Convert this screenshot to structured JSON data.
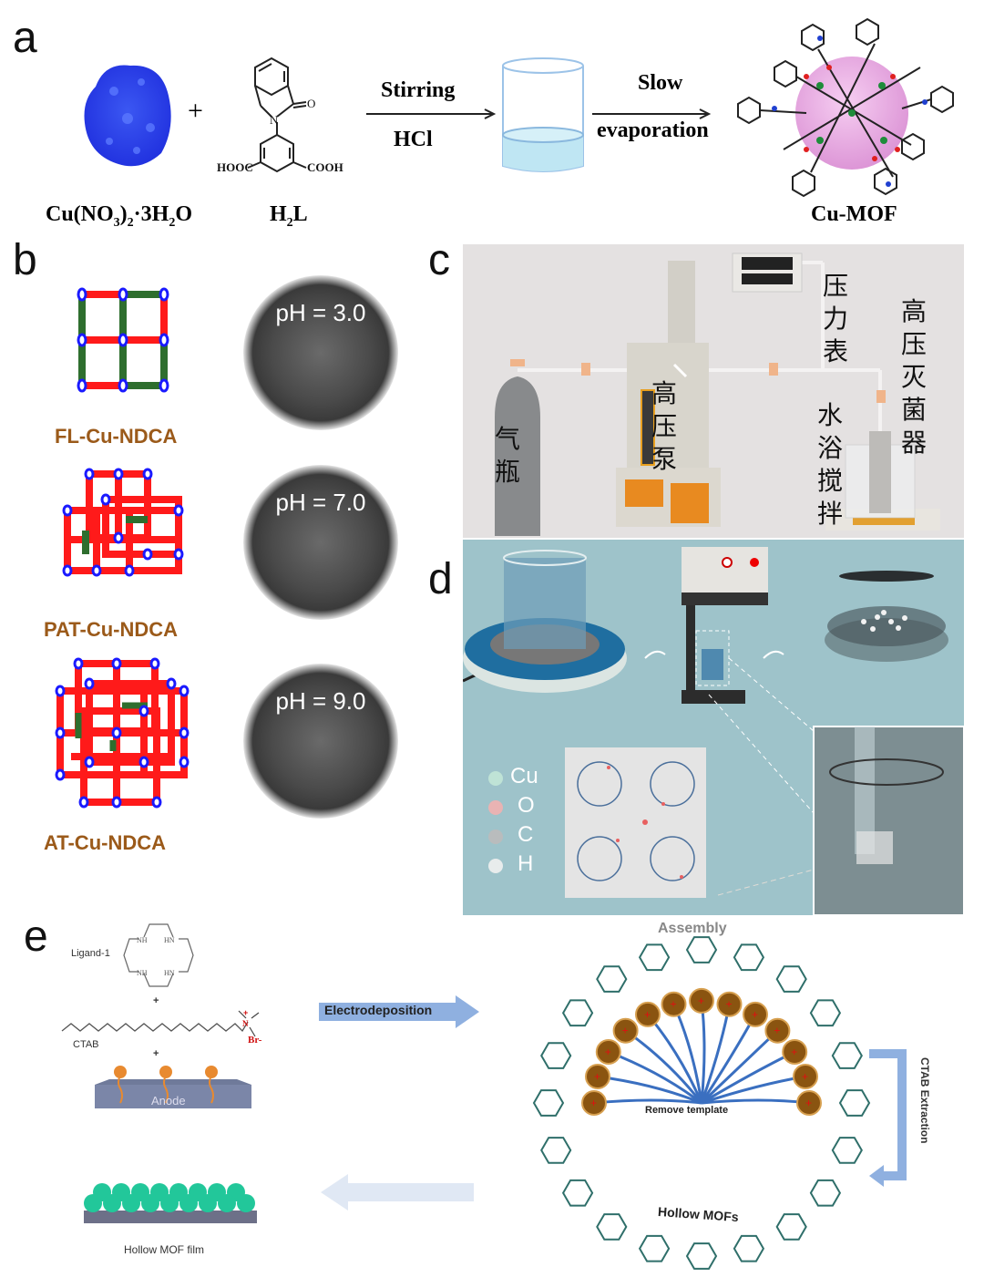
{
  "figure": {
    "panels": {
      "a": {
        "letter": "a",
        "reactant1": "Cu(NO3)2·3H2O",
        "reactant1_parts": {
          "base": "Cu(NO",
          "sub1": "3",
          "mid": ")",
          "sub2": "2",
          "rest": "·3H",
          "sub3": "2",
          "end": "O"
        },
        "plus": "+",
        "reactant2": "H2L",
        "reactant2_parts": {
          "base": "H",
          "sub": "2",
          "end": "L"
        },
        "ligand_groups": {
          "left": "HOOC",
          "right": "COOH",
          "n": "N",
          "o": "O"
        },
        "step1_top": "Stirring",
        "step1_bottom": "HCl",
        "step2_top": "Slow",
        "step2_bottom": "evaporation",
        "product": "Cu-MOF"
      },
      "b": {
        "letter": "b",
        "rows": [
          {
            "name": "FL-Cu-NDCA",
            "ph": "pH = 3.0"
          },
          {
            "name": "PAT-Cu-NDCA",
            "ph": "pH = 7.0"
          },
          {
            "name": "AT-Cu-NDCA",
            "ph": "pH = 9.0"
          }
        ]
      },
      "c": {
        "letter": "c",
        "labels": {
          "gas_cylinder": "气瓶",
          "pump": "高压泵",
          "gauge": "压力表",
          "autoclave": "高压灭菌器",
          "bath": "水浴搅拌"
        }
      },
      "d": {
        "letter": "d",
        "legend": [
          {
            "symbol": "Cu",
            "color": "#bfe3d6"
          },
          {
            "symbol": "O",
            "color": "#e9b3b3"
          },
          {
            "symbol": "C",
            "color": "#b9bcbd"
          },
          {
            "symbol": "H",
            "color": "#e8ecec"
          }
        ]
      },
      "e": {
        "letter": "e",
        "ligand_label": "Ligand-1",
        "ring_labels": [
          "NH",
          "HN",
          "NH",
          "HN"
        ],
        "plus": "+",
        "ctab_label": "CTAB",
        "ctab_charge": "+",
        "ctab_n": "N",
        "ctab_counterion": "Br-",
        "anode_label": "Anode",
        "arrow1": "Electrodeposition",
        "assembly": "Assembly",
        "remove_template": "Remove template",
        "hollow_mofs": "Hollow MOFs",
        "extraction": "CTAB Extraction",
        "film_label": "Hollow MOF film"
      }
    },
    "colors": {
      "node_blue": "#1a1aff",
      "bar_red": "#ff1a1a",
      "bar_green": "#2e6e2e",
      "label_brown": "#9b5a1a",
      "panel_c_bg": "#e4e1e1",
      "panel_d_bg": "#9ec3ca",
      "arrow_blue": "#8fb0e0",
      "mof_teal": "#2f6f6a",
      "film_green": "#22c79a"
    }
  }
}
